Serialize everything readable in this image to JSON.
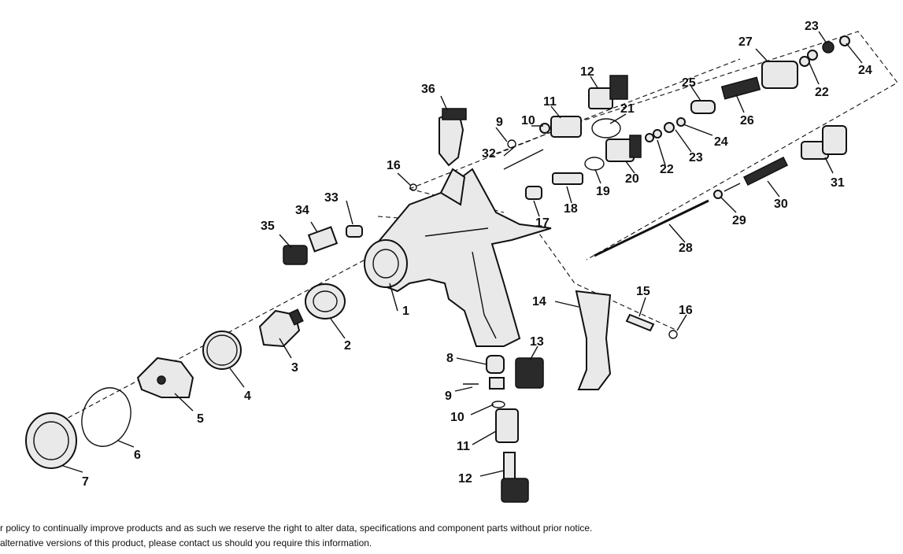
{
  "callouts": [
    {
      "id": "l1",
      "text": "1"
    },
    {
      "id": "l2",
      "text": "2"
    },
    {
      "id": "l3",
      "text": "3"
    },
    {
      "id": "l4",
      "text": "4"
    },
    {
      "id": "l5",
      "text": "5"
    },
    {
      "id": "l6",
      "text": "6"
    },
    {
      "id": "l7",
      "text": "7"
    },
    {
      "id": "l8",
      "text": "8"
    },
    {
      "id": "l9a",
      "text": "9"
    },
    {
      "id": "l9b",
      "text": "9"
    },
    {
      "id": "l10a",
      "text": "10"
    },
    {
      "id": "l10b",
      "text": "10"
    },
    {
      "id": "l11a",
      "text": "11"
    },
    {
      "id": "l11b",
      "text": "11"
    },
    {
      "id": "l12a",
      "text": "12"
    },
    {
      "id": "l12b",
      "text": "12"
    },
    {
      "id": "l13",
      "text": "13"
    },
    {
      "id": "l14",
      "text": "14"
    },
    {
      "id": "l15",
      "text": "15"
    },
    {
      "id": "l16a",
      "text": "16"
    },
    {
      "id": "l16b",
      "text": "16"
    },
    {
      "id": "l17",
      "text": "17"
    },
    {
      "id": "l18",
      "text": "18"
    },
    {
      "id": "l19",
      "text": "19"
    },
    {
      "id": "l20",
      "text": "20"
    },
    {
      "id": "l21",
      "text": "21"
    },
    {
      "id": "l22a",
      "text": "22"
    },
    {
      "id": "l22b",
      "text": "22"
    },
    {
      "id": "l23a",
      "text": "23"
    },
    {
      "id": "l23b",
      "text": "23"
    },
    {
      "id": "l24a",
      "text": "24"
    },
    {
      "id": "l24b",
      "text": "24"
    },
    {
      "id": "l25",
      "text": "25"
    },
    {
      "id": "l26",
      "text": "26"
    },
    {
      "id": "l27",
      "text": "27"
    },
    {
      "id": "l28",
      "text": "28"
    },
    {
      "id": "l29",
      "text": "29"
    },
    {
      "id": "l30",
      "text": "30"
    },
    {
      "id": "l31",
      "text": "31"
    },
    {
      "id": "l32",
      "text": "32"
    },
    {
      "id": "l33",
      "text": "33"
    },
    {
      "id": "l34",
      "text": "34"
    },
    {
      "id": "l35",
      "text": "35"
    },
    {
      "id": "l36",
      "text": "36"
    }
  ],
  "notes": {
    "line1": "r policy to continually improve products and as such we reserve the right to alter data, specifications and component parts without prior notice.",
    "line2": " alternative versions of this product, please contact us should you require this information."
  }
}
